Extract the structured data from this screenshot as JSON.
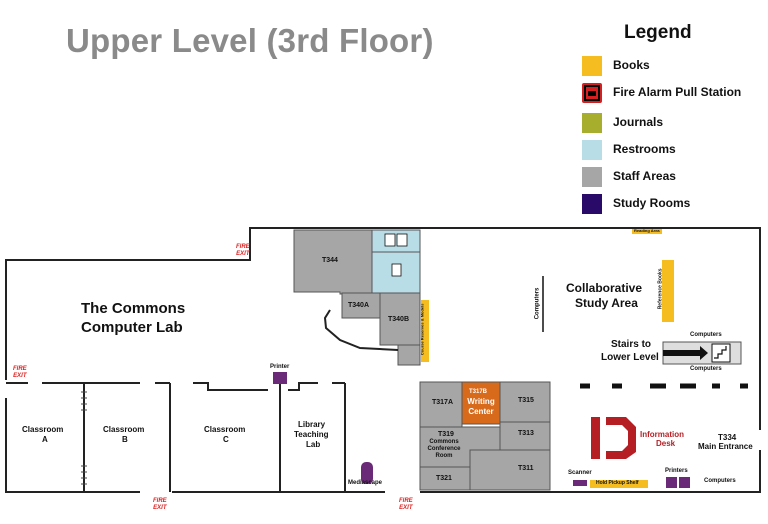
{
  "title": "Upper Level (3rd Floor)",
  "colors": {
    "books": "#f5bd1f",
    "fire_alarm": "#d42020",
    "journals": "#a7ae2d",
    "restrooms": "#b9dde6",
    "staff_areas": "#a6a6a6",
    "study_rooms": "#2a0a68",
    "writing_center": "#d86a1c",
    "info_desk": "#b51f24",
    "scanner_printer": "#6b2a78"
  },
  "legend": {
    "title": "Legend",
    "items": [
      {
        "label": "Books",
        "icon": "books-swatch"
      },
      {
        "label": "Fire Alarm Pull Station",
        "icon": "fire-alarm-icon"
      },
      {
        "label": "Journals",
        "icon": "journals-swatch"
      },
      {
        "label": "Restrooms",
        "icon": "restrooms-swatch"
      },
      {
        "label": "Staff Areas",
        "icon": "staff-areas-swatch"
      },
      {
        "label": "Study Rooms",
        "icon": "study-rooms-swatch"
      }
    ]
  },
  "rooms": {
    "t344": "T344",
    "t340a": "T340A",
    "t340b": "T340B",
    "t317a": "T317A",
    "t317b": "T317B",
    "writing_center": "Writing Center",
    "t315": "T315",
    "t319": "T319",
    "commons_conf": "Commons Conference Room",
    "t313": "T313",
    "t311": "T311",
    "t321": "T321",
    "t334": "T334",
    "main_entrance": "Main Entrance"
  },
  "areas": {
    "commons_line1": "The Commons",
    "commons_line2": "Computer Lab",
    "collab_line1": "Collaborative",
    "collab_line2": "Study Area",
    "stairs_line1": "Stairs to",
    "stairs_line2": "Lower Level",
    "classroom_a_1": "Classroom",
    "classroom_a_2": "A",
    "classroom_b_1": "Classroom",
    "classroom_b_2": "B",
    "classroom_c_1": "Classroom",
    "classroom_c_2": "C",
    "library_line1": "Library",
    "library_line2": "Teaching",
    "library_line3": "Lab",
    "info_line1": "Information",
    "info_line2": "Desk"
  },
  "labels": {
    "printer": "Printer",
    "printers": "Printers",
    "scanner": "Scanner",
    "mediascape": "Mediascape",
    "hold_pickup": "Hold Pickup Shelf",
    "computers_vertical": "Computers",
    "computers_stairs_top": "Computers",
    "computers_stairs_bottom": "Computers",
    "computers_entrance": "Computers",
    "reading_area": "Reading Area",
    "reference_books": "Reference Books",
    "course_reserves": "Course Reserves & Models",
    "fire_exit_1": "FIRE\nEXIT",
    "fire_exit_2": "FIRE\nEXIT",
    "fire_exit_3": "FIRE\nEXIT",
    "fire_exit_4": "FIRE\nEXIT"
  }
}
